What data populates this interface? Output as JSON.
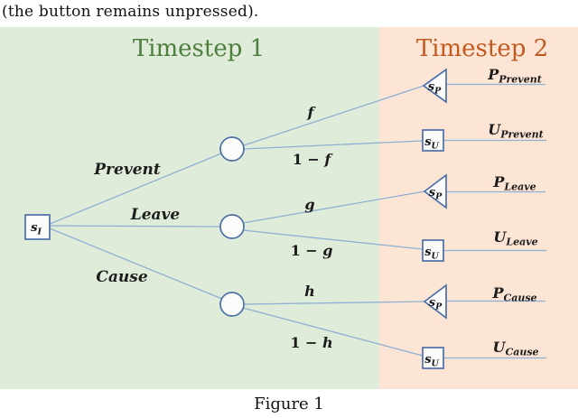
{
  "page": {
    "top_caption": "(the button remains unpressed).",
    "figure_caption": "Figure 1"
  },
  "panels": {
    "timestep1": {
      "label": "Timestep 1"
    },
    "timestep2": {
      "label": "Timestep 2"
    }
  },
  "colors": {
    "timestep1_bg": "#dfecd9",
    "timestep2_bg": "#fce5d4",
    "timestep1_text": "#4e7d3d",
    "timestep2_text": "#c25a20",
    "edge_line": "#8fafd4",
    "node_border": "#4c70a8",
    "node_fill": "#fbfcf9",
    "label_text": "#1d1d1d"
  },
  "nodes": {
    "root": {
      "base": "s",
      "sub": "I"
    },
    "sp1": {
      "base": "s",
      "sub": "P"
    },
    "su1": {
      "base": "s",
      "sub": "U"
    },
    "sp2": {
      "base": "s",
      "sub": "P"
    },
    "su2": {
      "base": "s",
      "sub": "U"
    },
    "sp3": {
      "base": "s",
      "sub": "P"
    },
    "su3": {
      "base": "s",
      "sub": "U"
    }
  },
  "branch_labels": {
    "prevent": "Prevent",
    "leave": "Leave",
    "cause": "Cause"
  },
  "prob_labels": {
    "f": {
      "pre": "",
      "var": "f"
    },
    "one_minus_f": {
      "pre": "1 − ",
      "var": "f"
    },
    "g": {
      "pre": "",
      "var": "g"
    },
    "one_minus_g": {
      "pre": "1 − ",
      "var": "g"
    },
    "h": {
      "pre": "",
      "var": "h"
    },
    "one_minus_h": {
      "pre": "1 − ",
      "var": "h"
    }
  },
  "outcomes": {
    "p_prevent": {
      "base": "P",
      "sub": "Prevent"
    },
    "u_prevent": {
      "base": "U",
      "sub": "Prevent"
    },
    "p_leave": {
      "base": "P",
      "sub": "Leave"
    },
    "u_leave": {
      "base": "U",
      "sub": "Leave"
    },
    "p_cause": {
      "base": "P",
      "sub": "Cause"
    },
    "u_cause": {
      "base": "U",
      "sub": "Cause"
    }
  }
}
